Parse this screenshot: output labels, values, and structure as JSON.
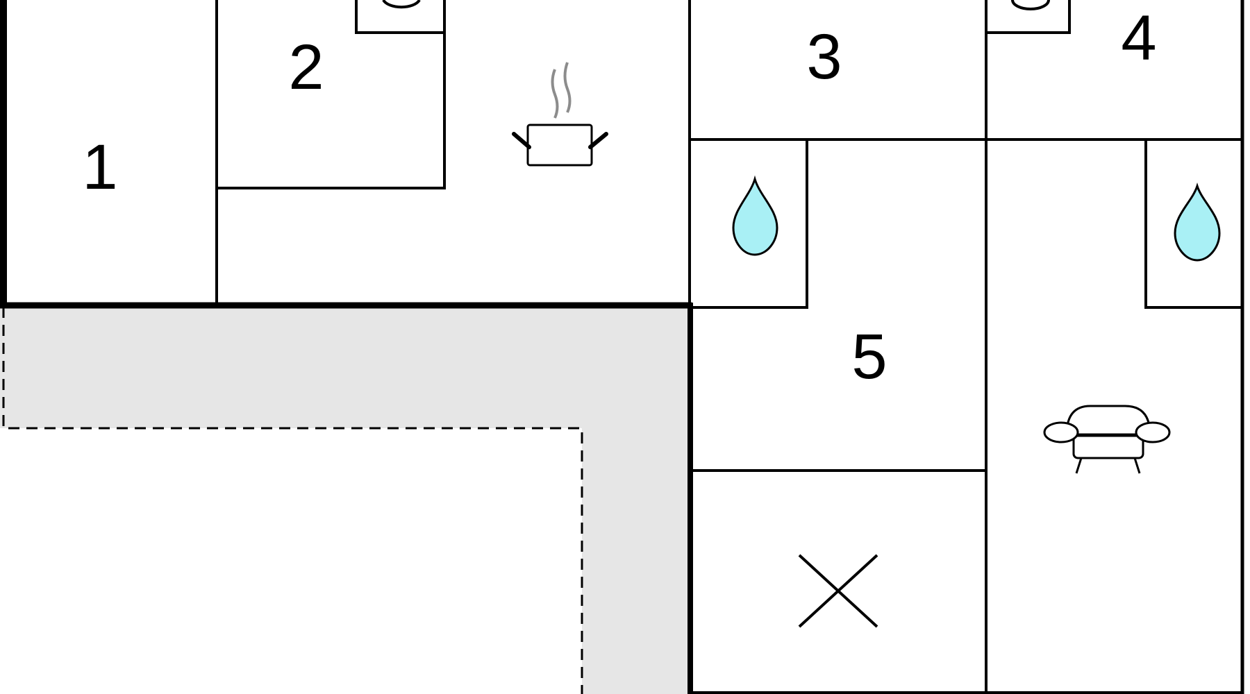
{
  "rooms": [
    {
      "id": "1",
      "label": "1"
    },
    {
      "id": "2",
      "label": "2"
    },
    {
      "id": "3",
      "label": "3"
    },
    {
      "id": "4",
      "label": "4"
    },
    {
      "id": "5",
      "label": "5"
    }
  ],
  "icons": {
    "bed": "bed-icon",
    "kitchen": "cooking-pot-icon",
    "bathroom": "water-drop-icon",
    "living": "armchair-icon",
    "storage": "cross-icon"
  },
  "colors": {
    "walls": "#000000",
    "terrace": "#e6e6e6",
    "water": "#a9f0f5",
    "steam": "#8c8c8c",
    "background": "#ffffff"
  }
}
